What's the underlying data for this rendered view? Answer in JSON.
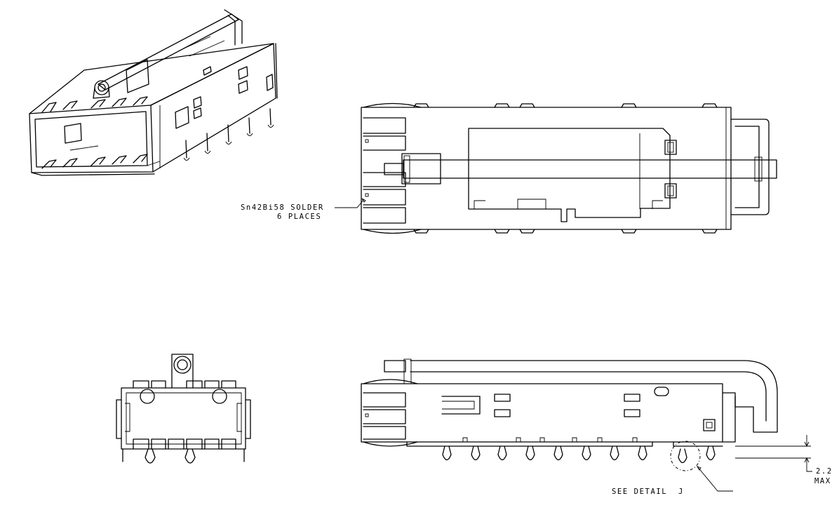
{
  "callouts": {
    "solder_line1": "Sn42Bi58 SOLDER",
    "solder_line2": "6 PLACES",
    "see_detail": "SEE DETAIL  J",
    "dimension_value": "2.2",
    "dimension_max": "MAX"
  }
}
